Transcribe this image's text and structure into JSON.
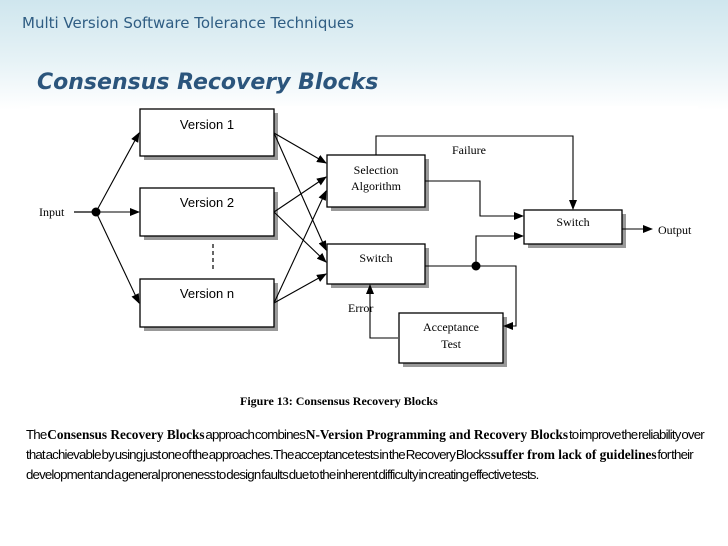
{
  "header": {
    "course_title": "Multi Version Software Tolerance Techniques",
    "slide_title": "Consensus Recovery Blocks"
  },
  "diagram": {
    "input_label": "Input",
    "output_label": "Output",
    "versions": [
      "Version 1",
      "Version 2",
      "Version n"
    ],
    "selection_algorithm": [
      "Selection",
      "Algorithm"
    ],
    "switch_middle": "Switch",
    "switch_right": "Switch",
    "acceptance_test": [
      "Acceptance",
      "Test"
    ],
    "failure_label": "Failure",
    "error_label": "Error",
    "caption": "Figure 13: Consensus Recovery Blocks"
  },
  "body": {
    "segments": [
      "The ",
      "Consensus Recovery Blocks",
      " approach combines ",
      "N-Version Programming and Recovery Blocks",
      " to improve the reliability over that achievable by using just one of the approaches. The acceptance tests in the Recovery Blocks ",
      "suffer from ",
      "lack of guidelines",
      " for their development and a general proneness to design faults due to the inherent difficulty in creating effective tests."
    ]
  },
  "colors": {
    "title": "#2b557c",
    "course_title": "#2f5d83",
    "header_gradient_top": "#cfe6ee"
  }
}
